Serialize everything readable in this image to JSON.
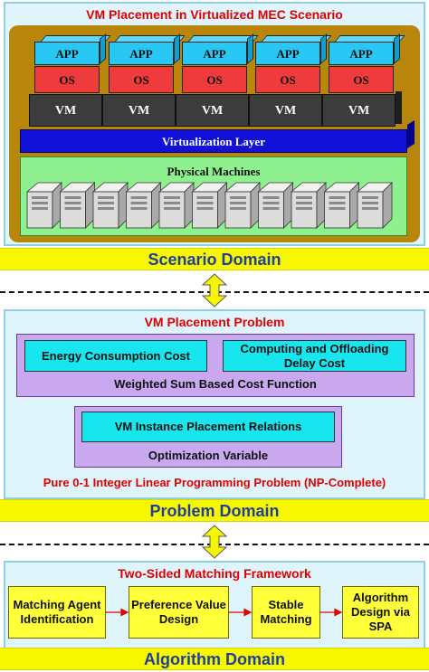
{
  "scenario": {
    "title": "VM Placement in Virtualized MEC Scenario",
    "stack": [
      {
        "app": "APP",
        "os": "OS",
        "vm": "VM"
      },
      {
        "app": "APP",
        "os": "OS",
        "vm": "VM"
      },
      {
        "app": "APP",
        "os": "OS",
        "vm": "VM"
      },
      {
        "app": "APP",
        "os": "OS",
        "vm": "VM"
      },
      {
        "app": "APP",
        "os": "OS",
        "vm": "VM"
      }
    ],
    "virtualization_layer": "Virtualization Layer",
    "physical_machines": "Physical Machines",
    "domain_label": "Scenario Domain"
  },
  "problem": {
    "title": "VM Placement Problem",
    "cost_boxes": [
      "Energy Consumption Cost",
      "Computing and Offloading Delay Cost"
    ],
    "cost_function": "Weighted Sum Based Cost Function",
    "relations": "VM Instance Placement Relations",
    "variable": "Optimization Variable",
    "ilp": "Pure 0-1 Integer Linear Programming Problem (NP-Complete)",
    "domain_label": "Problem Domain"
  },
  "algorithm": {
    "title": "Two-Sided Matching Framework",
    "steps": [
      "Matching Agent Identification",
      "Preference Value Design",
      "Stable Matching",
      "Algorithm Design via SPA"
    ],
    "domain_label": "Algorithm Domain"
  },
  "colors": {
    "red": "#e00000",
    "cyan": "#18e6ee",
    "yellow": "#f7f700",
    "blue_layer": "#1010d8",
    "green": "#8ef08e",
    "purple": "#c9a8f0",
    "olive_frame": "#b8860b",
    "domain_text": "#1f3fa0"
  }
}
